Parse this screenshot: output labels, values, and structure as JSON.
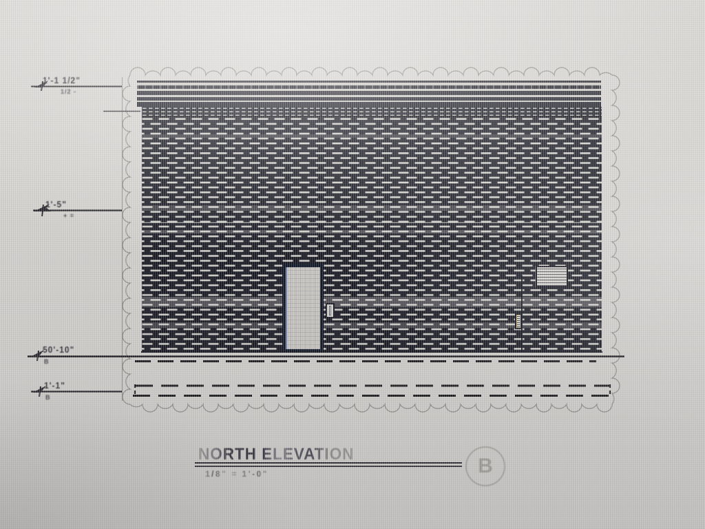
{
  "drawing": {
    "title": "NORTH ELEVATION",
    "scale_label": "1/8\" = 1'-0\"",
    "reference_bubble_label": "B",
    "markers": [
      {
        "label": "1'-1 1/2\"",
        "sub": "1/2 -"
      },
      {
        "label": "1'-5\"",
        "sub": "+ ="
      },
      {
        "label": "50'-10\"",
        "sub": "B"
      },
      {
        "label": "1'-1\"",
        "sub": "B"
      }
    ],
    "colors": {
      "paper": "#d4d2ce",
      "ink": "#16161f",
      "brick_field": "#13131d",
      "mortar": "#d2d0cb",
      "revision_cloud": "#8f8d88"
    }
  }
}
